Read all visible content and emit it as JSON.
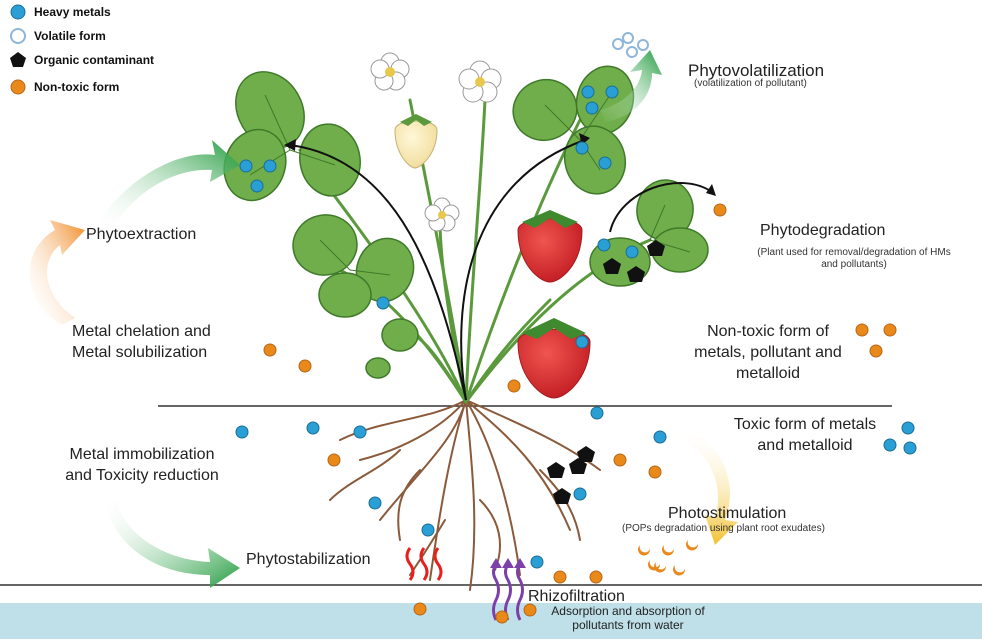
{
  "legend": {
    "heavy_metals": "Heavy metals",
    "volatile_form": "Volatile form",
    "organic_contaminant": "Organic contaminant",
    "non_toxic_form": "Non-toxic form"
  },
  "labels": {
    "phytovolatilization": "Phytovolatilization",
    "phytovolatilization_sub": "(volatilization of pollutant)",
    "phytoextraction": "Phytoextraction",
    "phytodegradation": "Phytodegradation",
    "phytodegradation_sub_1": "(Plant used for removal/degradation of HMs",
    "phytodegradation_sub_2": "and pollutants)",
    "metal_chelation_1": "Metal chelation and",
    "metal_chelation_2": "Metal solubilization",
    "non_toxic_1": "Non-toxic form of",
    "non_toxic_2": "metals, pollutant and",
    "non_toxic_3": "metalloid",
    "toxic_1": "Toxic form of metals",
    "toxic_2": "and metalloid",
    "immobilization_1": "Metal immobilization",
    "immobilization_2": "and Toxicity reduction",
    "photostimulation": "Photostimulation",
    "photostimulation_sub": "(POPs degradation using plant root exudates)",
    "phytostabilization": "Phytostabilization",
    "rhizofiltration": "Rhizofiltration",
    "rhizofiltration_sub_1": "Adsorption and absorption of",
    "rhizofiltration_sub_2": "pollutants from water"
  },
  "colors": {
    "heavy_metal": "#2a9fd6",
    "volatile": "#a9c8e6",
    "organic": "#111111",
    "non_toxic": "#e8891a",
    "leaf": "#6fae4a",
    "leaf_dark": "#3f7a2a",
    "stem": "#5b9a3c",
    "root": "#8a5a3a",
    "water": "#bfe0e8",
    "arrow_green": "#1f9a3c",
    "arrow_orange": "#f08a24",
    "arrow_yellow": "#f2c230",
    "strawberry": "#d9252b"
  }
}
